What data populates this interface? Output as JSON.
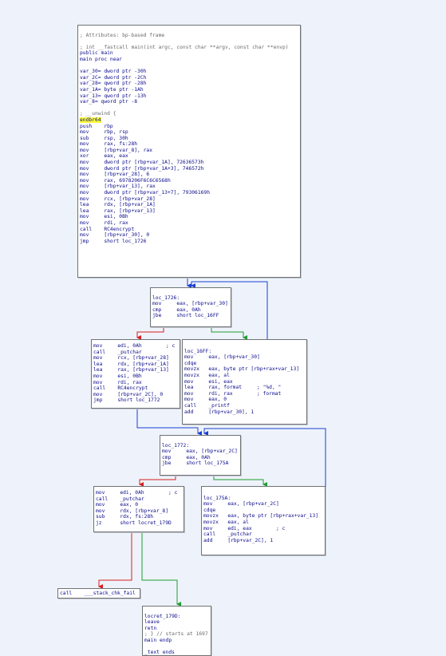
{
  "blocks": {
    "main": [
      {
        "text": "",
        "kind": "code"
      },
      {
        "text": "; Attributes: bp-based frame",
        "kind": "cmt"
      },
      {
        "text": "",
        "kind": "code"
      },
      {
        "text": "; int __fastcall main(int argc, const char **argv, const char **envp)",
        "kind": "cmt"
      },
      {
        "text": "public main",
        "kind": "name"
      },
      {
        "text": "main proc near",
        "kind": "name"
      },
      {
        "text": "",
        "kind": "code"
      },
      {
        "text": "var_30= dword ptr -30h",
        "kind": "name"
      },
      {
        "text": "var_2C= dword ptr -2Ch",
        "kind": "name"
      },
      {
        "text": "var_28= qword ptr -28h",
        "kind": "name"
      },
      {
        "text": "var_1A= byte ptr -1Ah",
        "kind": "name"
      },
      {
        "text": "var_13= qword ptr -13h",
        "kind": "name"
      },
      {
        "text": "var_8= qword ptr -8",
        "kind": "name"
      },
      {
        "text": "",
        "kind": "code"
      },
      {
        "text": "; __unwind {",
        "kind": "cmt"
      },
      {
        "text": "endbr64",
        "kind": "hl"
      },
      {
        "text": "push    rbp",
        "kind": "code"
      },
      {
        "text": "mov     rbp, rsp",
        "kind": "code"
      },
      {
        "text": "sub     rsp, 30h",
        "kind": "code"
      },
      {
        "text": "mov     rax, fs:28h",
        "kind": "code"
      },
      {
        "text": "mov     [rbp+var_8], rax",
        "kind": "code"
      },
      {
        "text": "xor     eax, eax",
        "kind": "code"
      },
      {
        "text": "mov     dword ptr [rbp+var_1A], 72636573h",
        "kind": "code"
      },
      {
        "text": "mov     dword ptr [rbp+var_1A+3], 746572h",
        "kind": "code"
      },
      {
        "text": "mov     [rbp+var_28], 6",
        "kind": "code"
      },
      {
        "text": "mov     rax, 6978206F6C6C6568h",
        "kind": "code"
      },
      {
        "text": "mov     [rbp+var_13], rax",
        "kind": "code"
      },
      {
        "text": "mov     dword ptr [rbp+var_13+7], 79306169h",
        "kind": "code"
      },
      {
        "text": "mov     rcx, [rbp+var_28]",
        "kind": "code"
      },
      {
        "text": "lea     rdx, [rbp+var_1A]",
        "kind": "code"
      },
      {
        "text": "lea     rax, [rbp+var_13]",
        "kind": "code"
      },
      {
        "text": "mov     esi, 0Bh",
        "kind": "code"
      },
      {
        "text": "mov     rdi, rax",
        "kind": "code"
      },
      {
        "text": "call    RC4encrypt",
        "kind": "code"
      },
      {
        "text": "mov     [rbp+var_30], 0",
        "kind": "code"
      },
      {
        "text": "jmp     short loc_1726",
        "kind": "code"
      }
    ],
    "loc_1726": [
      {
        "text": "",
        "kind": "code"
      },
      {
        "text": "loc_1726:",
        "kind": "name"
      },
      {
        "text": "mov     eax, [rbp+var_30]",
        "kind": "code"
      },
      {
        "text": "cmp     eax, 0Ah",
        "kind": "code"
      },
      {
        "text": "jbe     short loc_16FF",
        "kind": "code"
      }
    ],
    "loop1_exit": [
      {
        "text": "mov     edi, 0Ah        ; c",
        "kind": "code"
      },
      {
        "text": "call    _putchar",
        "kind": "code"
      },
      {
        "text": "mov     rcx, [rbp+var_28]",
        "kind": "code"
      },
      {
        "text": "lea     rdx, [rbp+var_1A]",
        "kind": "code"
      },
      {
        "text": "lea     rax, [rbp+var_13]",
        "kind": "code"
      },
      {
        "text": "mov     esi, 0Bh",
        "kind": "code"
      },
      {
        "text": "mov     rdi, rax",
        "kind": "code"
      },
      {
        "text": "call    RC4encrypt",
        "kind": "code"
      },
      {
        "text": "mov     [rbp+var_2C], 0",
        "kind": "code"
      },
      {
        "text": "jmp     short loc_1772",
        "kind": "code"
      }
    ],
    "loc_16FF": [
      {
        "text": "",
        "kind": "code"
      },
      {
        "text": "loc_16FF:",
        "kind": "name"
      },
      {
        "text": "mov     eax, [rbp+var_30]",
        "kind": "code"
      },
      {
        "text": "cdqe",
        "kind": "code"
      },
      {
        "text": "movzx   eax, byte ptr [rbp+rax+var_13]",
        "kind": "code"
      },
      {
        "text": "movzx   eax, al",
        "kind": "code"
      },
      {
        "text": "mov     esi, eax",
        "kind": "code"
      },
      {
        "text": "lea     rax, format     ; \"%d, \"",
        "kind": "code"
      },
      {
        "text": "mov     rdi, rax        ; format",
        "kind": "code"
      },
      {
        "text": "mov     eax, 0",
        "kind": "code"
      },
      {
        "text": "call    _printf",
        "kind": "code"
      },
      {
        "text": "add     [rbp+var_30], 1",
        "kind": "code"
      }
    ],
    "loc_1772": [
      {
        "text": "",
        "kind": "code"
      },
      {
        "text": "loc_1772:",
        "kind": "name"
      },
      {
        "text": "mov     eax, [rbp+var_2C]",
        "kind": "code"
      },
      {
        "text": "cmp     eax, 0Ah",
        "kind": "code"
      },
      {
        "text": "jbe     short loc_175A",
        "kind": "code"
      }
    ],
    "loop2_exit": [
      {
        "text": "mov     edi, 0Ah        ; c",
        "kind": "code"
      },
      {
        "text": "call    _putchar",
        "kind": "code"
      },
      {
        "text": "mov     eax, 0",
        "kind": "code"
      },
      {
        "text": "mov     rdx, [rbp+var_8]",
        "kind": "code"
      },
      {
        "text": "sub     rdx, fs:28h",
        "kind": "code"
      },
      {
        "text": "jz      short locret_179D",
        "kind": "code"
      }
    ],
    "loc_175A": [
      {
        "text": "",
        "kind": "code"
      },
      {
        "text": "loc_175A:",
        "kind": "name"
      },
      {
        "text": "mov     eax, [rbp+var_2C]",
        "kind": "code"
      },
      {
        "text": "cdqe",
        "kind": "code"
      },
      {
        "text": "movzx   eax, byte ptr [rbp+rax+var_13]",
        "kind": "code"
      },
      {
        "text": "movzx   eax, al",
        "kind": "code"
      },
      {
        "text": "mov     edi, eax        ; c",
        "kind": "code"
      },
      {
        "text": "call    _putchar",
        "kind": "code"
      },
      {
        "text": "add     [rbp+var_2C], 1",
        "kind": "code"
      }
    ],
    "stack_fail": [
      {
        "text": "call    ___stack_chk_fail",
        "kind": "code"
      }
    ],
    "locret_179D": [
      {
        "text": "",
        "kind": "code"
      },
      {
        "text": "locret_179D:",
        "kind": "name"
      },
      {
        "text": "leave",
        "kind": "code"
      },
      {
        "text": "retn",
        "kind": "code"
      },
      {
        "text": "; } // starts at 1697",
        "kind": "cmt"
      },
      {
        "text": "main endp",
        "kind": "name"
      },
      {
        "text": "",
        "kind": "code"
      },
      {
        "text": "_text ends",
        "kind": "name"
      }
    ]
  },
  "colors": {
    "background": "#eef3fb",
    "edge_true": "#1e9e2e",
    "edge_false": "#d81e1e",
    "edge_uncond": "#1a3fd0",
    "highlight": "#ffff3b"
  }
}
